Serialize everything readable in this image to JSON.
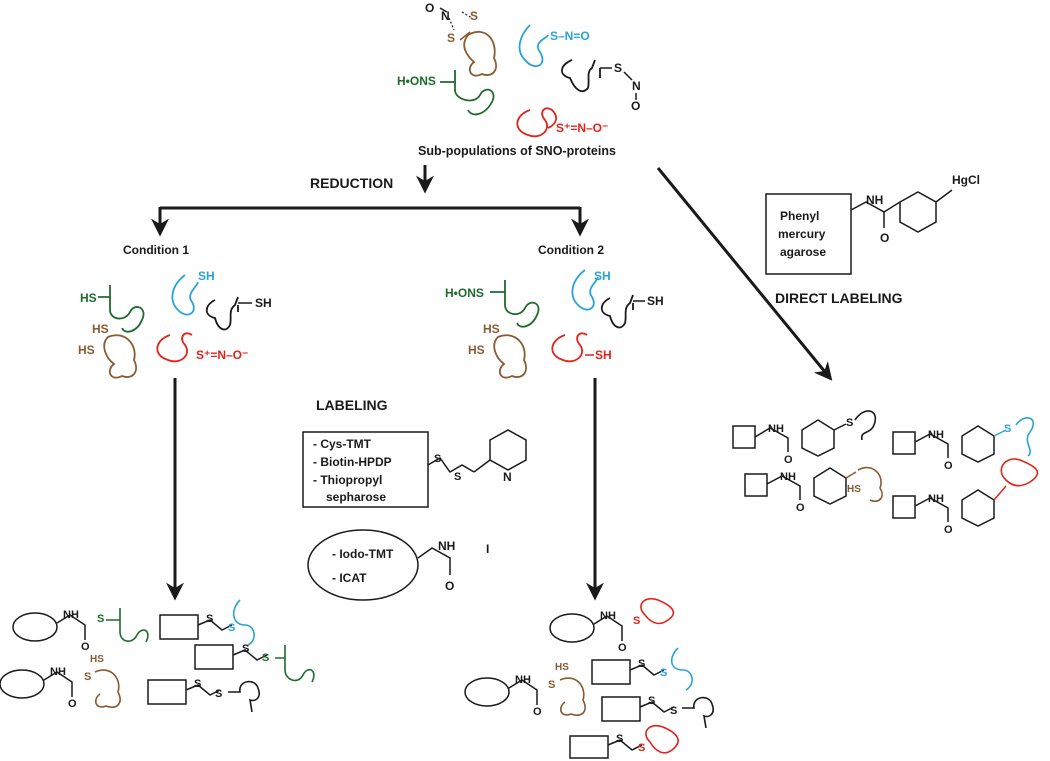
{
  "colors": {
    "black": "#1a1a1a",
    "green": "#1f6b2e",
    "blue": "#2aa3d8",
    "brown": "#8a5a30",
    "red": "#e2231a"
  },
  "top": {
    "caption": "Sub-populations of SNO-proteins",
    "lbl_O": "O",
    "lbl_N": "N",
    "lbl_S": "S",
    "lbl_SNO": "S–N=O",
    "lbl_HONS": "H•ONS",
    "lbl_SNO_ion": "S⁺=N–O⁻"
  },
  "reduction": {
    "label": "REDUCTION"
  },
  "condition1": {
    "label": "Condition 1",
    "sh": "SH",
    "hs": "HS",
    "sno_ion": "S⁺=N–O⁻"
  },
  "condition2": {
    "label": "Condition 2",
    "sh": "SH",
    "hs": "HS",
    "hons": "H•ONS"
  },
  "labeling": {
    "title": "LABELING",
    "box_items": [
      "- Cys-TMT",
      "- Biotin-HPDP",
      "- Thiopropyl",
      "sepharose"
    ],
    "pyridine_N": "N",
    "ellipse_items": [
      "- Iodo-TMT",
      "- ICAT"
    ],
    "nh": "NH",
    "o": "O",
    "i": "I"
  },
  "direct": {
    "title": "DIRECT LABELING",
    "box_lines": [
      "Phenyl",
      "mercury",
      "agarose"
    ],
    "nh": "NH",
    "o": "O",
    "hgcl": "HgCl"
  },
  "products": {
    "nh": "NH",
    "o": "O",
    "s": "S",
    "hs": "HS"
  }
}
